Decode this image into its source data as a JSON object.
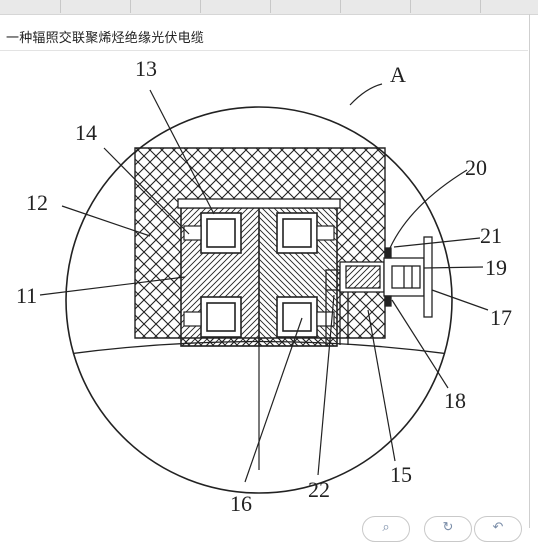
{
  "panel": {
    "title": "一种辐照交联聚烯烃绝缘光伏电缆"
  },
  "figure": {
    "detail_label": "A",
    "part_labels": [
      "13",
      "14",
      "12",
      "11",
      "20",
      "21",
      "19",
      "17",
      "18",
      "15",
      "22",
      "16"
    ]
  },
  "icons": {
    "bottom_buttons": [
      "search-circle-icon",
      "rotate-icon",
      "undo-icon"
    ]
  }
}
